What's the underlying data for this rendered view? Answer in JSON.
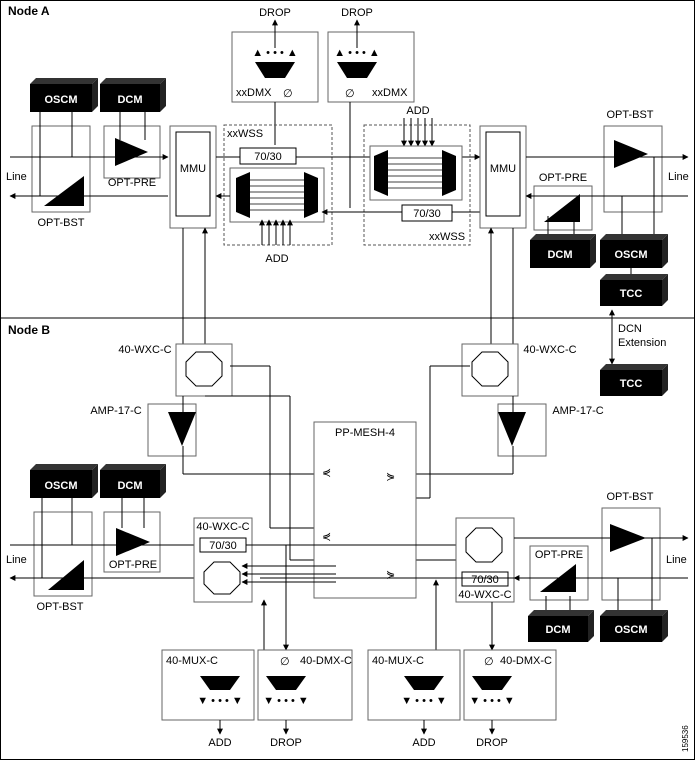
{
  "node_a": {
    "title": "Node A",
    "drop_left": "DROP",
    "drop_right": "DROP",
    "dmx_left": "xxDMX",
    "dmx_right": "xxDMX",
    "oscm_left": "OSCM",
    "dcm_left": "DCM",
    "opt_pre_left": "OPT-PRE",
    "opt_bst_left": "OPT-BST",
    "line_left": "Line",
    "mmu_left": "MMU",
    "wss_left": "xxWSS",
    "ratio_left": "70/30",
    "add_left": "ADD",
    "add_right": "ADD",
    "wss_right": "xxWSS",
    "ratio_right": "70/30",
    "mmu_right": "MMU",
    "opt_bst_right": "OPT-BST",
    "opt_pre_right": "OPT-PRE",
    "line_right": "Line",
    "dcm_right": "DCM",
    "oscm_right": "OSCM",
    "tcc_top": "TCC"
  },
  "dcn": {
    "line1": "DCN",
    "line2": "Extension",
    "tcc_bottom": "TCC"
  },
  "node_b": {
    "title": "Node B",
    "wxc_top_left": "40-WXC-C",
    "wxc_top_right": "40-WXC-C",
    "amp_left": "AMP-17-C",
    "amp_right": "AMP-17-C",
    "pp_mesh": "PP-MESH-4",
    "oscm_left": "OSCM",
    "dcm_left": "DCM",
    "opt_pre_left": "OPT-PRE",
    "opt_bst_left": "OPT-BST",
    "line_left": "Line",
    "wxc_left": "40-WXC-C",
    "ratio_left": "70/30",
    "wxc_right": "40-WXC-C",
    "ratio_right": "70/30",
    "opt_bst_right": "OPT-BST",
    "opt_pre_right": "OPT-PRE",
    "line_right": "Line",
    "dcm_right": "DCM",
    "oscm_right": "OSCM",
    "mux_left": "40-MUX-C",
    "dmx_left": "40-DMX-C",
    "mux_right": "40-MUX-C",
    "dmx_right": "40-DMX-C",
    "add_left": "ADD",
    "drop_left": "DROP",
    "add_right": "ADD",
    "drop_right": "DROP"
  },
  "figure_id": "159536"
}
